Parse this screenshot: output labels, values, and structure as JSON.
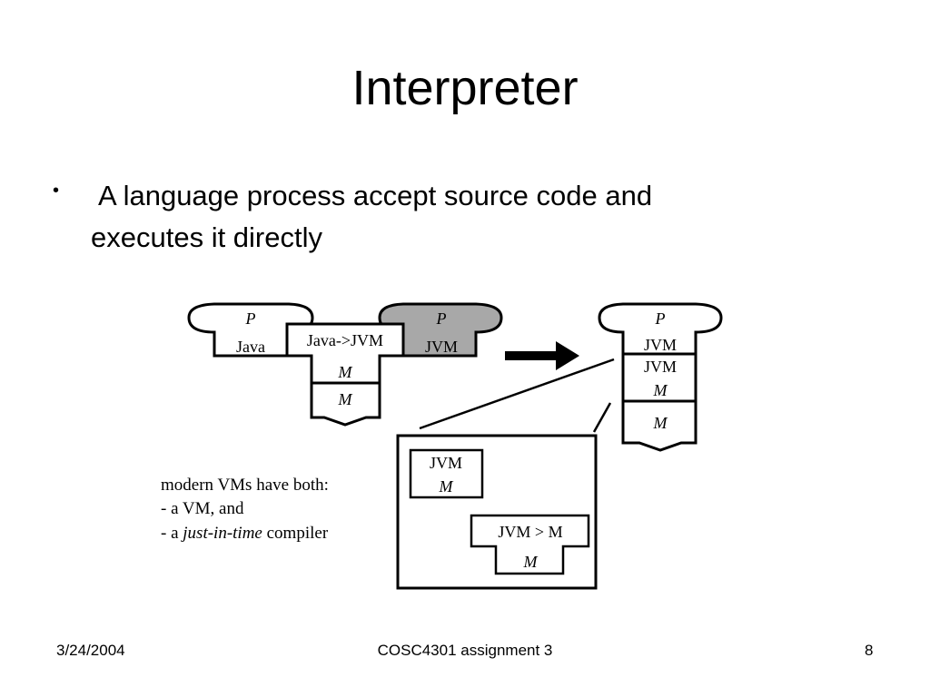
{
  "slide": {
    "title": "Interpreter",
    "bullets": [
      "A language process accept source code and executes it directly"
    ]
  },
  "diagram": {
    "left_program": {
      "top": "P",
      "bottom": "Java"
    },
    "compiler": {
      "label": "Java->JVM",
      "machine": "M"
    },
    "base_machine": "M",
    "compiled_program": {
      "top": "P",
      "bottom": "JVM"
    },
    "right_stack": {
      "top": "P",
      "program_lang": "JVM",
      "interpreter": "JVM",
      "interpreter_machine": "M",
      "base_machine": "M"
    },
    "detail_box": {
      "interpreter": {
        "label": "JVM",
        "machine": "M"
      },
      "jit": {
        "label": "JVM > M",
        "machine": "M"
      }
    },
    "note_lines": [
      "modern VMs have both:",
      "- a VM, and",
      "- a ",
      "just-in-time",
      " compiler"
    ],
    "compiled_fill": "#a8a8a8"
  },
  "footer": {
    "date": "3/24/2004",
    "center": "COSC4301 assignment 3",
    "page": "8"
  }
}
